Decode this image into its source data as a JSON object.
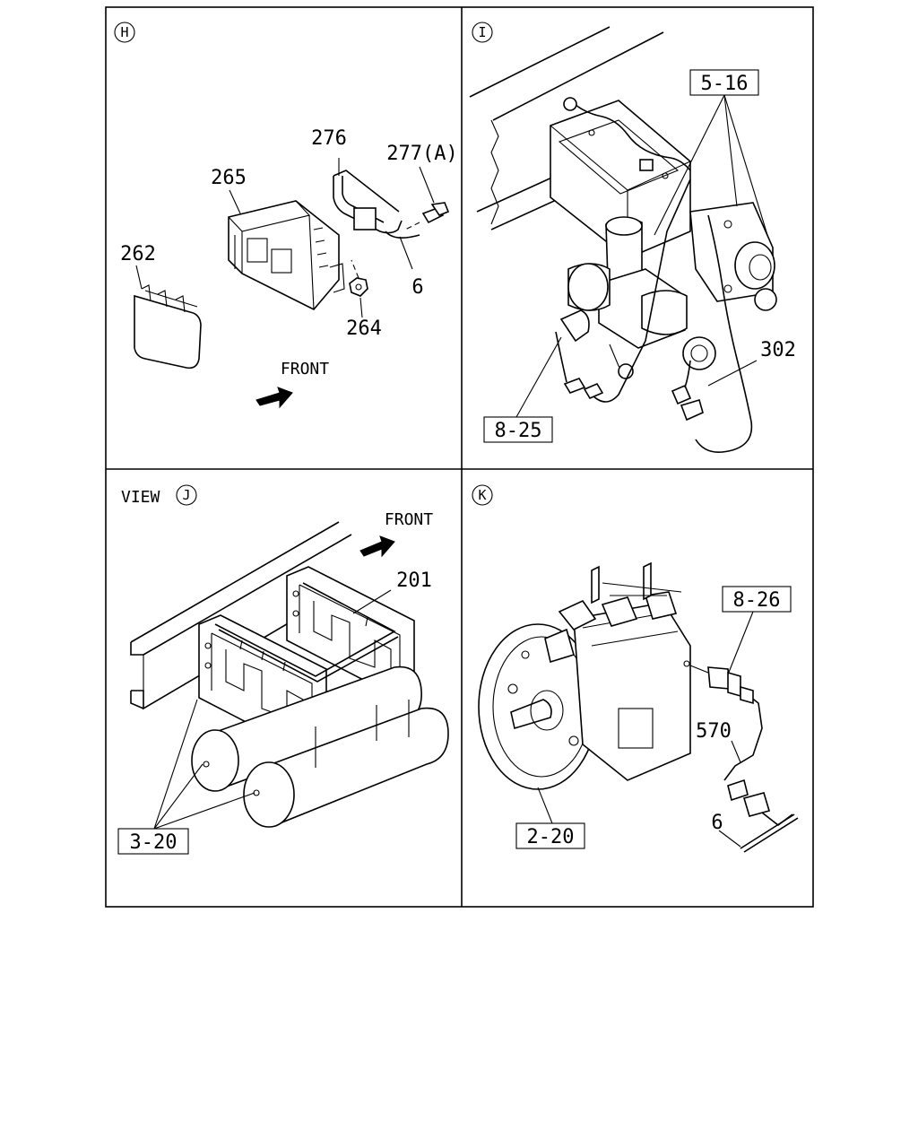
{
  "panels": {
    "h": {
      "letter": "H",
      "labels": {
        "p276": "276",
        "p277": "277(A)",
        "p265": "265",
        "p262": "262",
        "p6": "6",
        "p264": "264",
        "front": "FRONT"
      }
    },
    "i": {
      "letter": "I",
      "labels": {
        "ref_5_16": "5-16",
        "p302": "302",
        "ref_8_25": "8-25"
      }
    },
    "j": {
      "view_word": "VIEW",
      "letter": "J",
      "labels": {
        "front": "FRONT",
        "p201": "201",
        "ref_3_20": "3-20"
      }
    },
    "k": {
      "letter": "K",
      "labels": {
        "ref_8_26": "8-26",
        "p570": "570",
        "p6": "6",
        "ref_2_20": "2-20"
      }
    }
  }
}
